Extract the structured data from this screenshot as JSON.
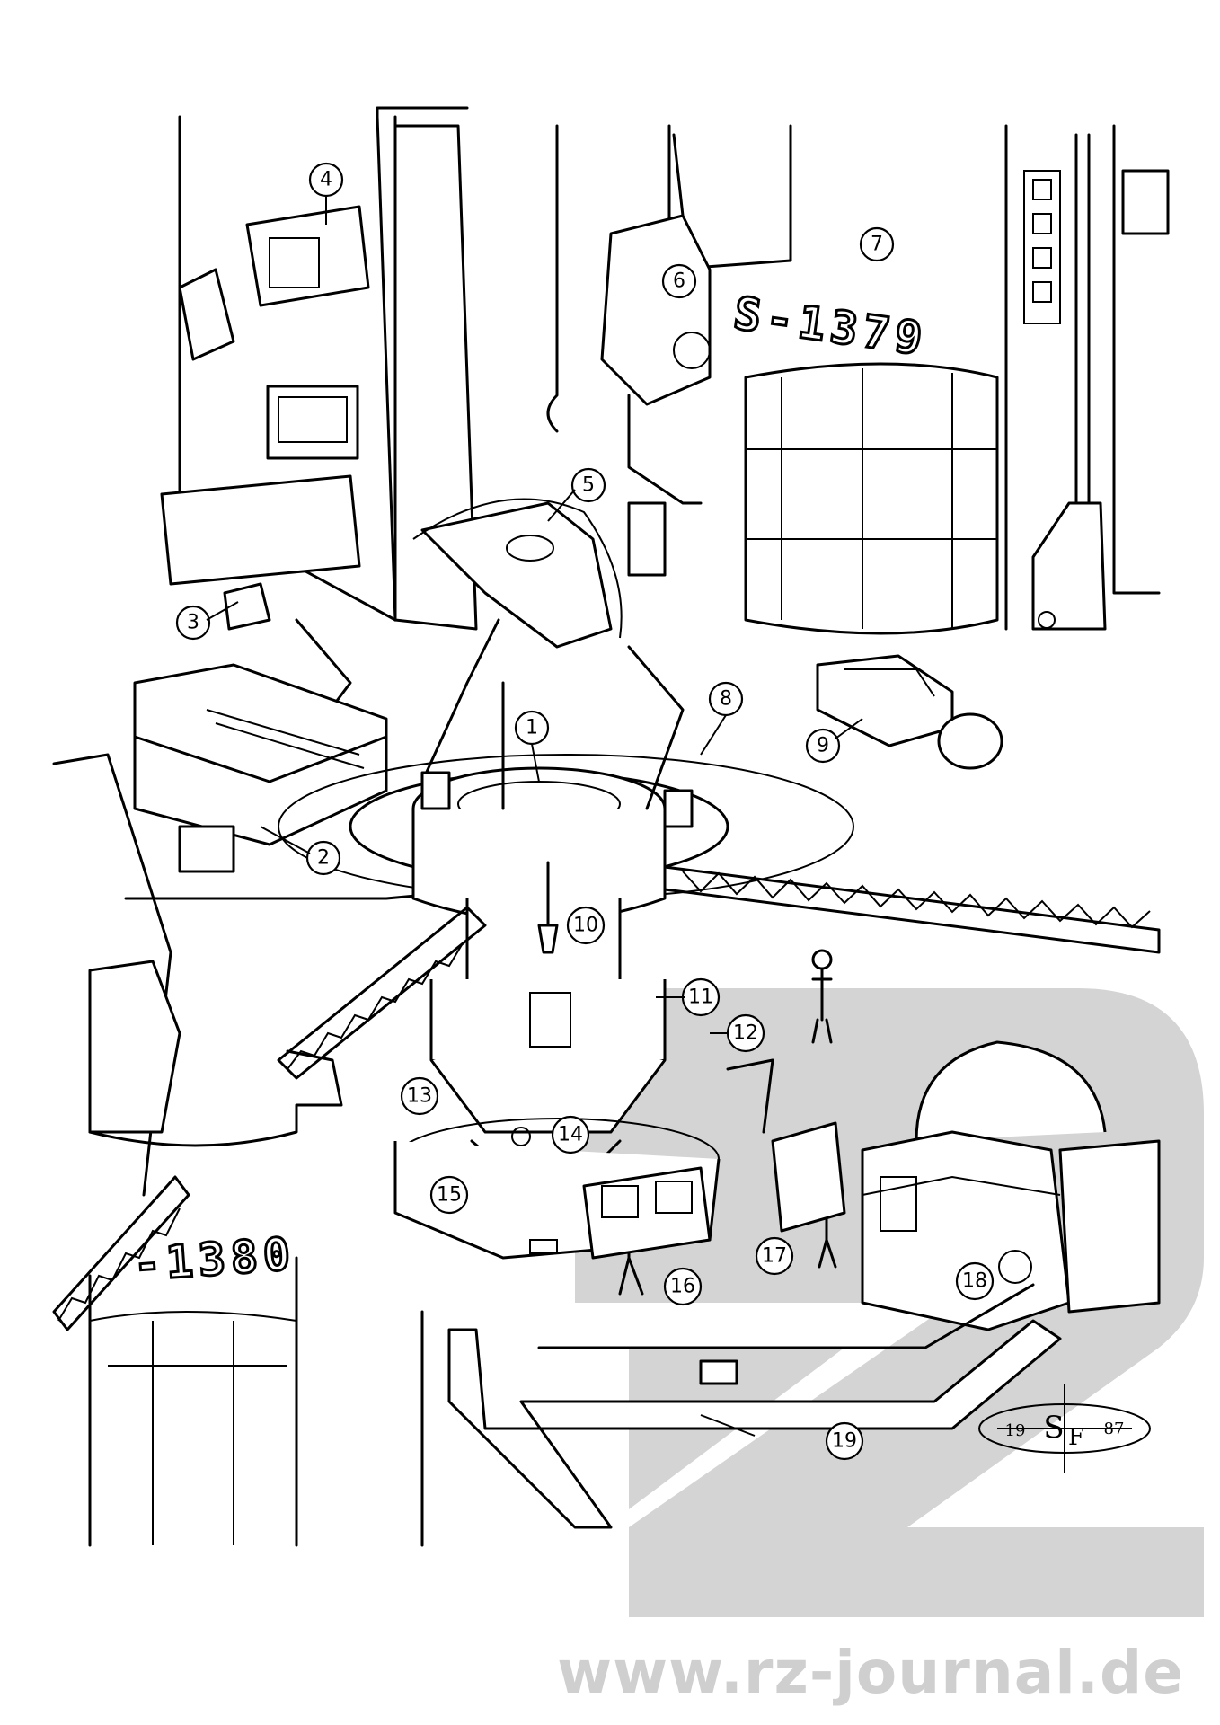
{
  "illustration": {
    "callouts": [
      "1",
      "2",
      "3",
      "4",
      "5",
      "6",
      "7",
      "8",
      "9",
      "10",
      "11",
      "12",
      "13",
      "14",
      "15",
      "16",
      "17",
      "18",
      "19"
    ],
    "hull_labels": {
      "rocket_right": "S-1379",
      "rocket_left": "-1380"
    },
    "signature": {
      "year_left": "19",
      "initials_1": "S",
      "initials_2": "F",
      "year_right": "87"
    }
  },
  "watermark": {
    "logo_name": "rz-logo",
    "url": "www.rz-journal.de",
    "color": "#cfcfcf"
  }
}
